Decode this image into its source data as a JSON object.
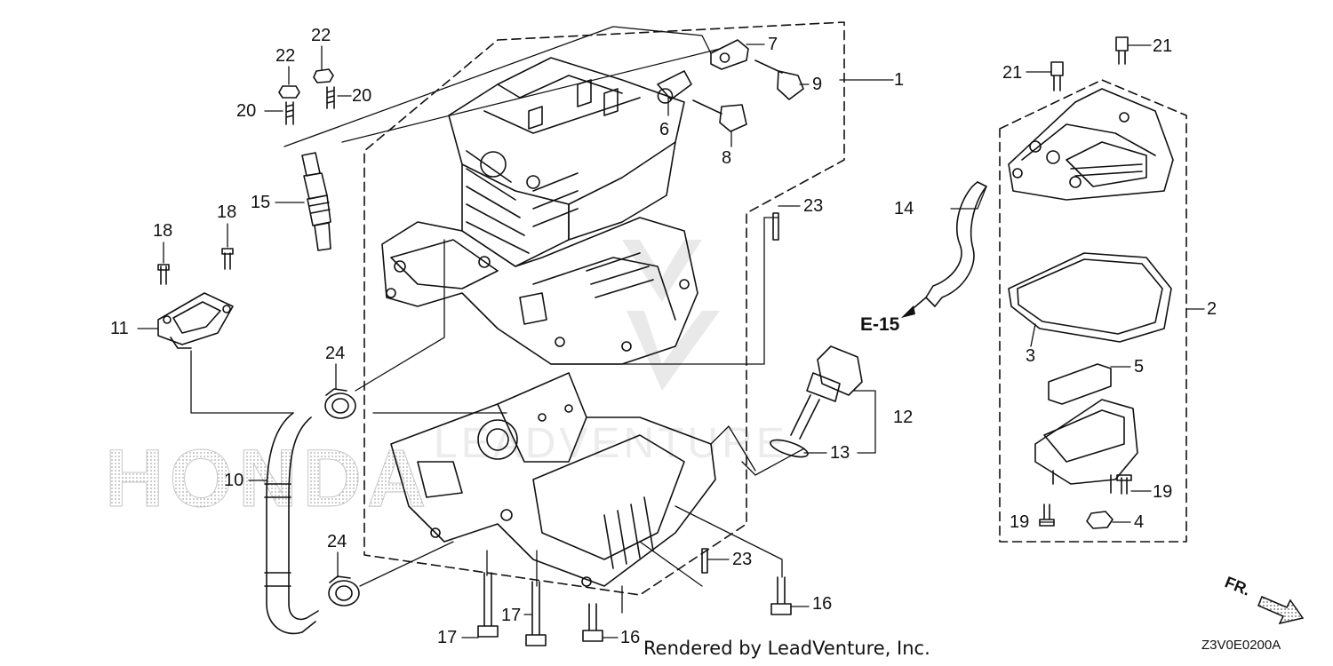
{
  "diagram": {
    "callouts": [
      {
        "id": "c1",
        "text": "1"
      },
      {
        "id": "c2",
        "text": "2"
      },
      {
        "id": "c3",
        "text": "3"
      },
      {
        "id": "c4",
        "text": "4"
      },
      {
        "id": "c5",
        "text": "5"
      },
      {
        "id": "c6",
        "text": "6"
      },
      {
        "id": "c7",
        "text": "7"
      },
      {
        "id": "c8",
        "text": "8"
      },
      {
        "id": "c9",
        "text": "9"
      },
      {
        "id": "c10",
        "text": "10"
      },
      {
        "id": "c11",
        "text": "11"
      },
      {
        "id": "c12",
        "text": "12"
      },
      {
        "id": "c13",
        "text": "13"
      },
      {
        "id": "c14",
        "text": "14"
      },
      {
        "id": "c15",
        "text": "15"
      },
      {
        "id": "c16a",
        "text": "16"
      },
      {
        "id": "c16b",
        "text": "16"
      },
      {
        "id": "c17a",
        "text": "17"
      },
      {
        "id": "c17b",
        "text": "17"
      },
      {
        "id": "c18a",
        "text": "18"
      },
      {
        "id": "c18b",
        "text": "18"
      },
      {
        "id": "c19a",
        "text": "19"
      },
      {
        "id": "c19b",
        "text": "19"
      },
      {
        "id": "c20a",
        "text": "20"
      },
      {
        "id": "c20b",
        "text": "20"
      },
      {
        "id": "c21a",
        "text": "21"
      },
      {
        "id": "c21b",
        "text": "21"
      },
      {
        "id": "c22a",
        "text": "22"
      },
      {
        "id": "c22b",
        "text": "22"
      },
      {
        "id": "c23a",
        "text": "23"
      },
      {
        "id": "c23b",
        "text": "23"
      },
      {
        "id": "c24a",
        "text": "24"
      },
      {
        "id": "c24b",
        "text": "24"
      }
    ],
    "reference_label": "E-15",
    "direction_label": "FR.",
    "diagram_code": "Z3V0E0200A",
    "footer_text": "Rendered by LeadVenture, Inc.",
    "watermark_brand": "HONDA",
    "watermark_company": "LEADVENTURE"
  }
}
